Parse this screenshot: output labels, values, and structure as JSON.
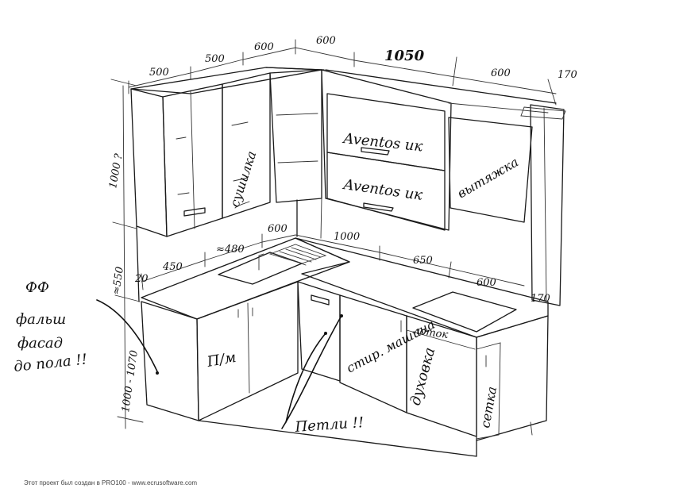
{
  "dimensions": {
    "top_1": "500",
    "top_2": "500",
    "top_3": "600",
    "top_4": "600",
    "top_5": "1050",
    "top_6": "600",
    "top_7": "170",
    "height_upper": "1000 ?",
    "gap": "≈550",
    "height_lower": "1000 - 1070",
    "counter_1": "20",
    "counter_2": "450",
    "counter_3": "≈480",
    "counter_4": "600",
    "counter_5": "1000",
    "counter_6": "650",
    "counter_7": "600",
    "counter_8": "170"
  },
  "labels": {
    "aventos_1": "Aventos ик",
    "aventos_2": "Aventos ик",
    "sushka": "сушилка",
    "vytyazhka": "вытяжка",
    "pm": "П/м",
    "stir_mashina": "стир. машина",
    "lotok": "лоток",
    "dukhovka": "духовка",
    "setka": "сетка",
    "petli": "Петли !!"
  },
  "note": {
    "ff": "ФФ",
    "line1": "фальш",
    "line2": "фасад",
    "line3": "до пола !!"
  },
  "footer": "Этот проект был создан в PRO100 - www.ecrusoftware.com"
}
